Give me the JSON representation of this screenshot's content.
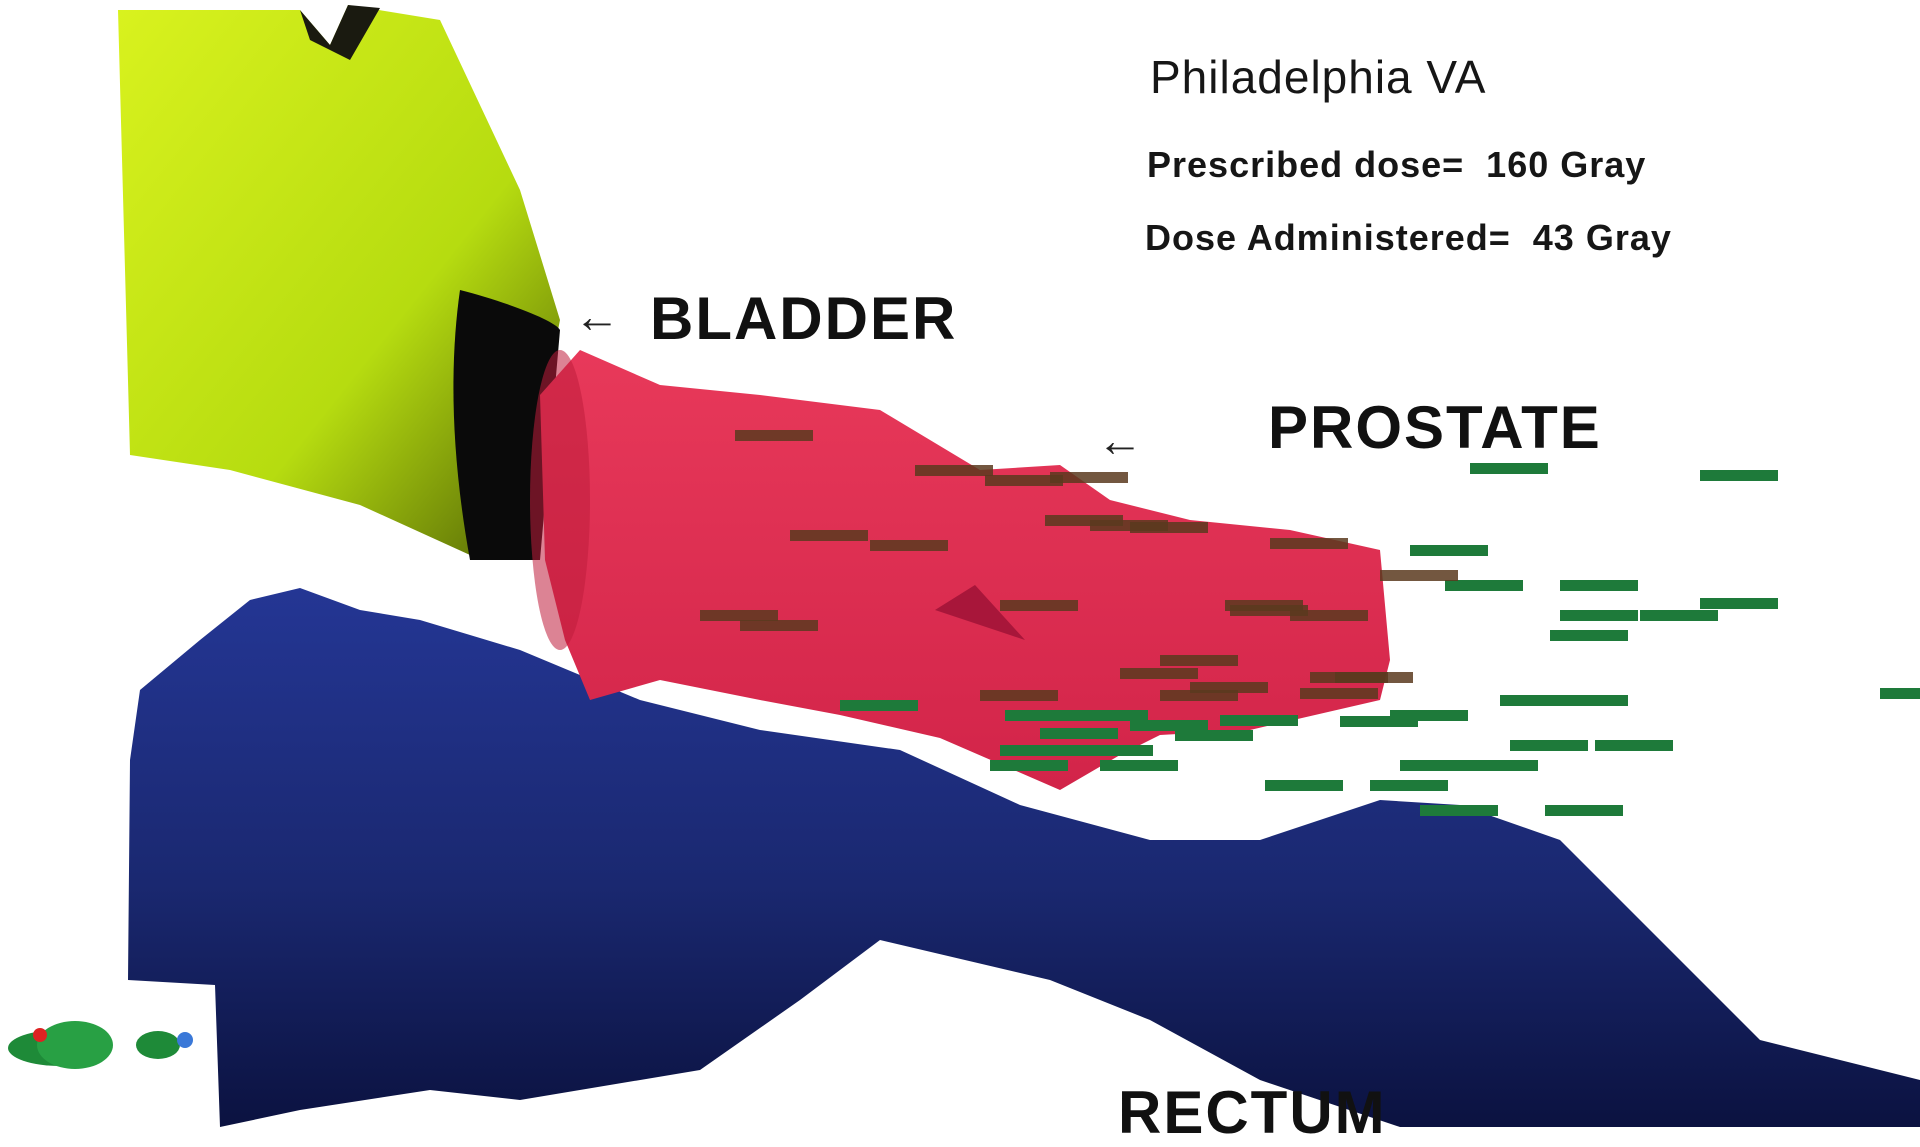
{
  "header": {
    "site": "Philadelphia VA",
    "prescribed_label": "Prescribed dose=",
    "prescribed_value": "160 Gray",
    "administered_label": "Dose Administered=",
    "administered_value": "43 Gray"
  },
  "labels": {
    "bladder": "BLADDER",
    "prostate": "PROSTATE",
    "rectum": "RECTUM",
    "arrow": "←"
  },
  "colors": {
    "bladder": "#c7e81b",
    "prostate": "#e0304f",
    "rectum": "#1c2c7c",
    "seed": "#1e7a3a"
  }
}
